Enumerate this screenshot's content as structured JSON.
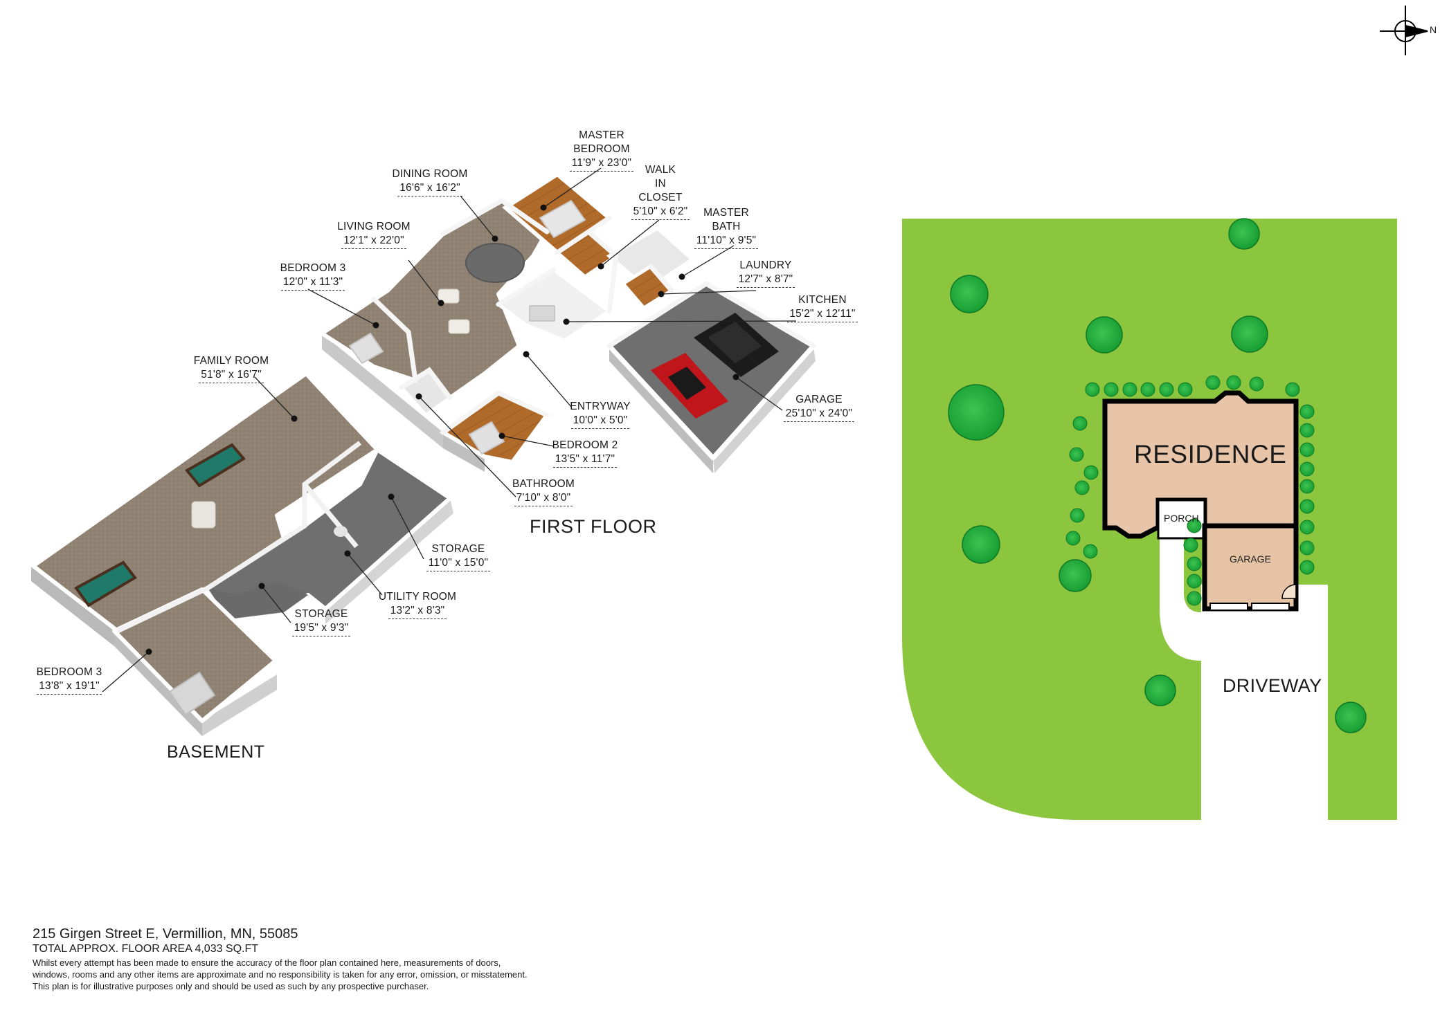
{
  "first_floor_heading": "FIRST FLOOR",
  "basement_heading": "BASEMENT",
  "rooms": [
    {
      "name": "MASTER\nBEDROOM",
      "dims": "11'9\" x 23'0\""
    },
    {
      "name": "WALK\nIN\nCLOSET",
      "dims": "5'10\" x 6'2\""
    },
    {
      "name": "DINING ROOM",
      "dims": "16'6\" x 16'2\""
    },
    {
      "name": "MASTER\nBATH",
      "dims": "11'10\" x 9'5\""
    },
    {
      "name": "LIVING ROOM",
      "dims": "12'1\" x 22'0\""
    },
    {
      "name": "LAUNDRY",
      "dims": "12'7\" x 8'7\""
    },
    {
      "name": "BEDROOM 3",
      "dims": "12'0\" x 11'3\""
    },
    {
      "name": "KITCHEN",
      "dims": "15'2\" x 12'11\""
    },
    {
      "name": "FAMILY ROOM",
      "dims": "51'8\" x 16'7\""
    },
    {
      "name": "GARAGE",
      "dims": "25'10\" x 24'0\""
    },
    {
      "name": "ENTRYWAY",
      "dims": "10'0\" x 5'0\""
    },
    {
      "name": "BEDROOM 2",
      "dims": "13'5\" x 11'7\""
    },
    {
      "name": "BATHROOM",
      "dims": "7'10\" x 8'0\""
    },
    {
      "name": "STORAGE",
      "dims": "11'0\" x 15'0\""
    },
    {
      "name": "UTILITY ROOM",
      "dims": "13'2\" x 8'3\""
    },
    {
      "name": "STORAGE",
      "dims": "19'5\" x 9'3\""
    },
    {
      "name": "BEDROOM 3",
      "dims": "13'8\" x 19'1\""
    }
  ],
  "site": {
    "residence": "RESIDENCE",
    "porch": "PORCH",
    "garage": "GARAGE",
    "driveway": "DRIVEWAY",
    "compass": "N"
  },
  "colors": {
    "lawn": "#8cc63f",
    "residence": "#e8c4a8",
    "garage": "#e6c3a5",
    "wood_floor": "#b06a2a",
    "carpet": "#8f8273",
    "concrete": "#6f6f6f",
    "tree": "#1fa83a"
  },
  "footer": {
    "address": "215 Girgen Street E, Vermillion, MN, 55085",
    "area": "TOTAL APPROX. FLOOR AREA 4,033 SQ.FT",
    "disclaimer_1": "Whilst every attempt has been made to ensure the accuracy of the floor plan contained here, measurements of doors,",
    "disclaimer_2": "windows, rooms and any other items are approximate and no responsibility is taken for any error, omission, or misstatement.",
    "disclaimer_3": "This plan is for illustrative purposes only and should be used as such by any prospective purchaser."
  }
}
